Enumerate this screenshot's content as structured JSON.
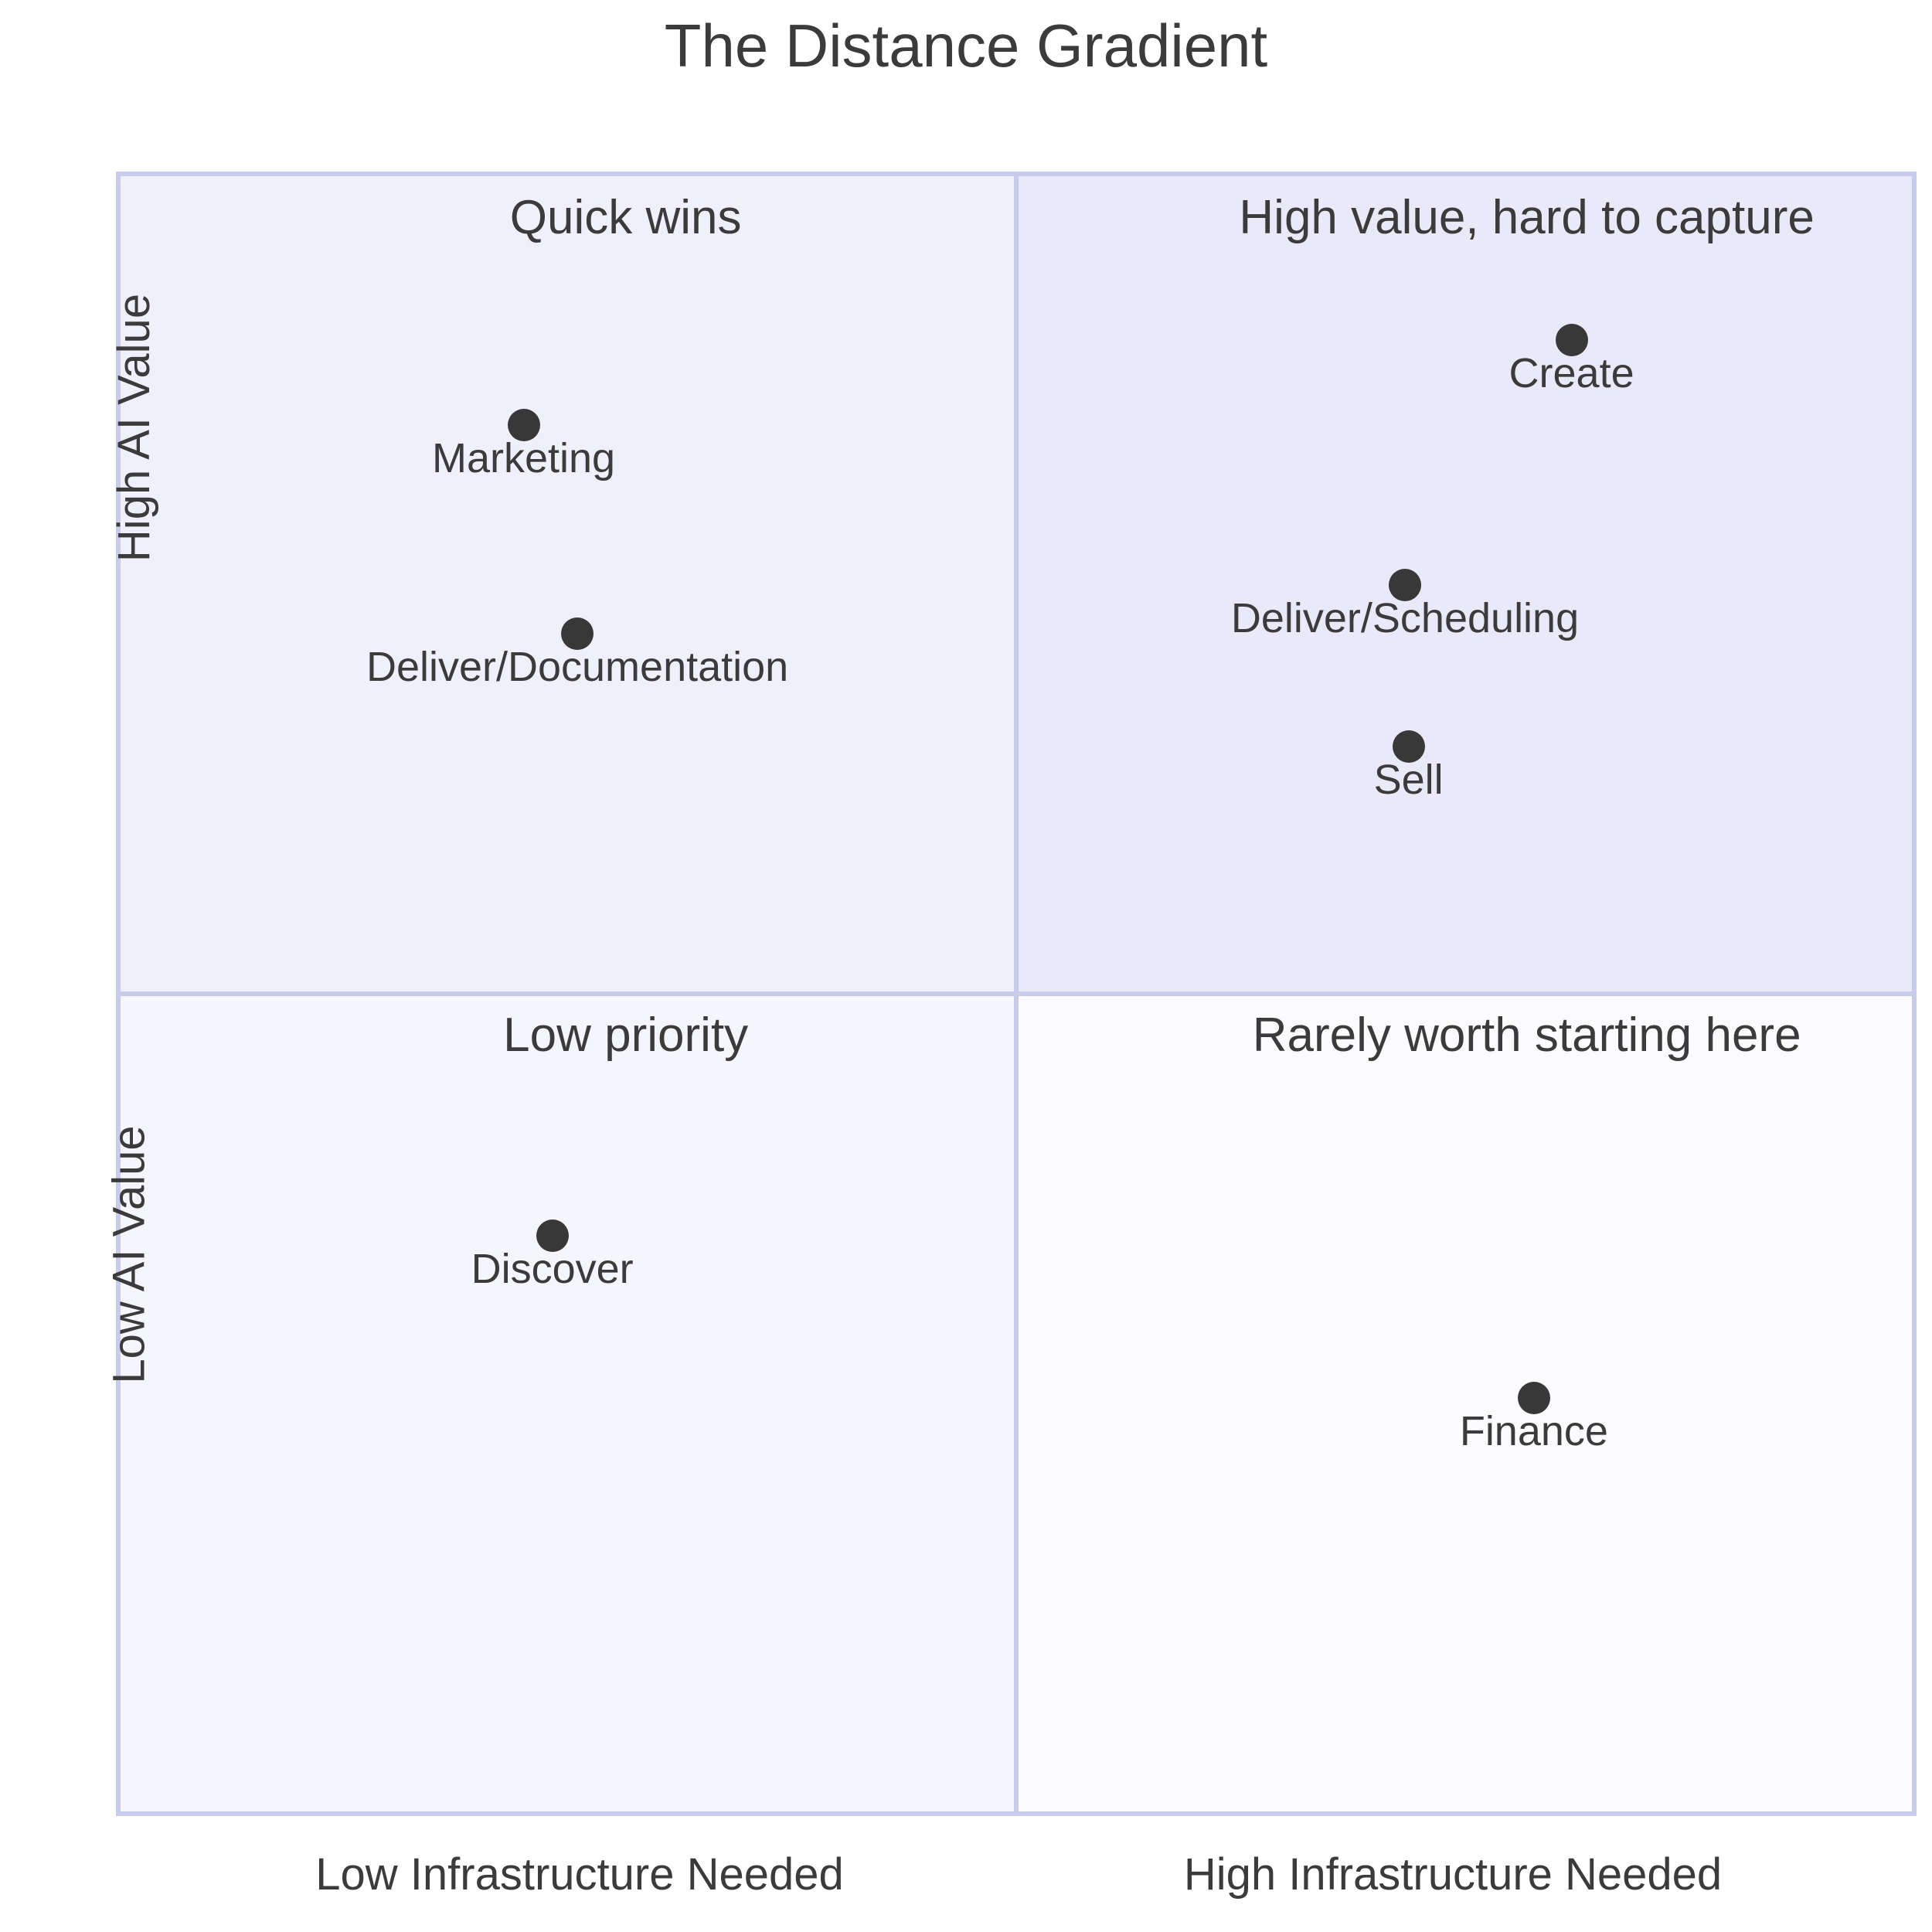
{
  "chart_data": {
    "type": "scatter",
    "title": "The Distance Gradient",
    "xlabel": "",
    "ylabel": "",
    "xlim": [
      0,
      1
    ],
    "ylim": [
      0,
      1
    ],
    "grid": false,
    "legend": "none",
    "x_tick_labels": [
      "Low Infrastructure Needed",
      "High Infrastructure Needed"
    ],
    "y_tick_labels": [
      "High AI Value",
      "Low AI Value"
    ],
    "quadrant_labels": {
      "top_left": "Quick wins",
      "top_right": "High value, hard to capture",
      "bottom_left": "Low priority",
      "bottom_right": "Rarely worth starting here"
    },
    "quadrant_colors": {
      "top_left": "#f0f0fd",
      "top_right": "#e9e9f9",
      "bottom_left": "#f5f5fd",
      "bottom_right": "#fbfbfe",
      "border": "#c9cbeb"
    },
    "marker_color": "#383838",
    "points": [
      {
        "label": "Marketing",
        "x": 0.225,
        "y": 0.848,
        "quadrant": "top_left"
      },
      {
        "label": "Deliver/Documentation",
        "x": 0.255,
        "y": 0.72,
        "quadrant": "top_left"
      },
      {
        "label": "Create",
        "x": 0.81,
        "y": 0.9,
        "quadrant": "top_right"
      },
      {
        "label": "Deliver/Scheduling",
        "x": 0.717,
        "y": 0.75,
        "quadrant": "top_right"
      },
      {
        "label": "Sell",
        "x": 0.719,
        "y": 0.651,
        "quadrant": "top_right"
      },
      {
        "label": "Discover",
        "x": 0.241,
        "y": 0.352,
        "quadrant": "bottom_left"
      },
      {
        "label": "Finance",
        "x": 0.789,
        "y": 0.253,
        "quadrant": "bottom_right"
      }
    ]
  },
  "axes": {
    "y_high": "High AI Value",
    "y_low": "Low AI Value",
    "x_low": "Low Infrastructure Needed",
    "x_high": "High Infrastructure Needed"
  }
}
